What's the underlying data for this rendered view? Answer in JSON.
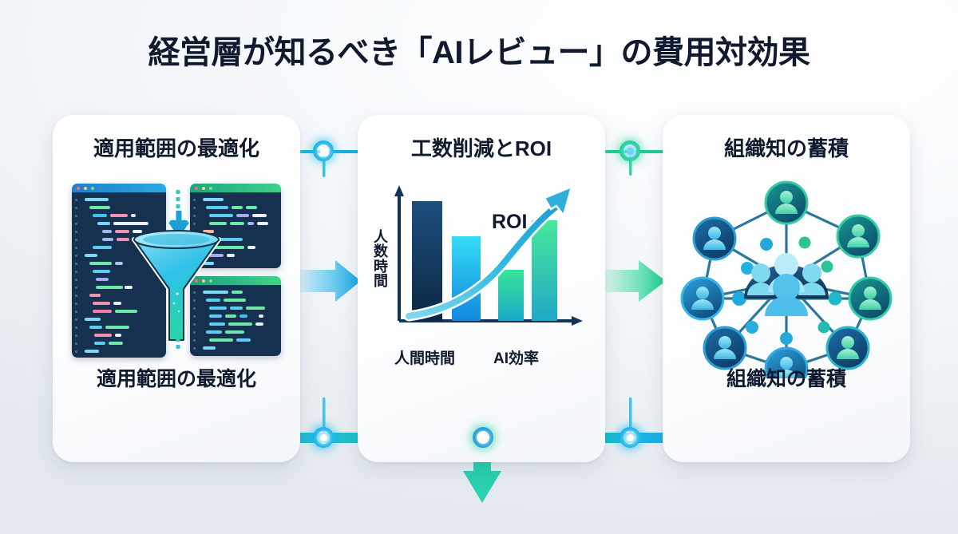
{
  "header": {
    "title": "経営層が知るべき「AIレビュー」の費用対効果"
  },
  "theme": {
    "bg_light": "#f7fafc",
    "bg_edge": "#dfe6ed",
    "ink": "#0f1a2e",
    "accent_cyan": "#12b5e8",
    "accent_blue": "#1f9ad6",
    "accent_green": "#19d38f",
    "accent_teal": "#1ec8b4",
    "navy": "#133a63"
  },
  "cards": [
    {
      "id": "scope-optimization",
      "title": "適用範囲の最適化",
      "caption": "適用範囲の最適化",
      "illustration": "code-windows-funnel-icon"
    },
    {
      "id": "effort-reduction-roi",
      "title": "工数削減とROI",
      "caption": "",
      "illustration": "bar-chart-roi-icon"
    },
    {
      "id": "organizational-knowledge",
      "title": "組織知の蓄積",
      "caption": "組織知の蓄積",
      "illustration": "network-people-icon"
    }
  ],
  "chart_data": {
    "type": "bar",
    "title": "工数削減とROI",
    "xlabel": "",
    "ylabel": "人数時間",
    "tick_labels": [
      "人間時間",
      "AI効率"
    ],
    "categories": [
      "人間時間 1",
      "人間時間 2",
      "AI効率 1",
      "AI効率 2"
    ],
    "values": [
      100,
      66,
      43,
      72
    ],
    "ylim": [
      0,
      110
    ],
    "grid": false,
    "bar_colors": [
      "#123a63",
      "#1fbfe8",
      "#2ed08f",
      "#2ed08f"
    ],
    "annotations": [
      {
        "label": "ROI",
        "type": "rising-curve-arrow",
        "color": "#1fb9d6"
      }
    ],
    "legend": "none"
  },
  "connectors": {
    "top_rail": [
      {
        "name": "node-1",
        "color": "#12b5e8",
        "arrow": "right"
      },
      {
        "name": "node-2",
        "color": "#19d38f",
        "arrow": "right"
      }
    ],
    "mid_arrows": [
      {
        "name": "flow-arrow-1",
        "color_from": "#e8f6fd",
        "color_to": "#17a9e0"
      },
      {
        "name": "flow-arrow-2",
        "color_from": "#eafaf3",
        "color_to": "#18d08e"
      }
    ],
    "bottom_rail": {
      "nodes": [
        {
          "name": "node-3",
          "color": "#12b5e8"
        },
        {
          "name": "node-4",
          "color": "#18c8a8"
        },
        {
          "name": "node-5",
          "color": "#12b5e8"
        }
      ],
      "arrow_end": "right",
      "vertical_double_arrow": {
        "name": "bidirectional-arrow",
        "color": "#24d39a"
      }
    }
  }
}
